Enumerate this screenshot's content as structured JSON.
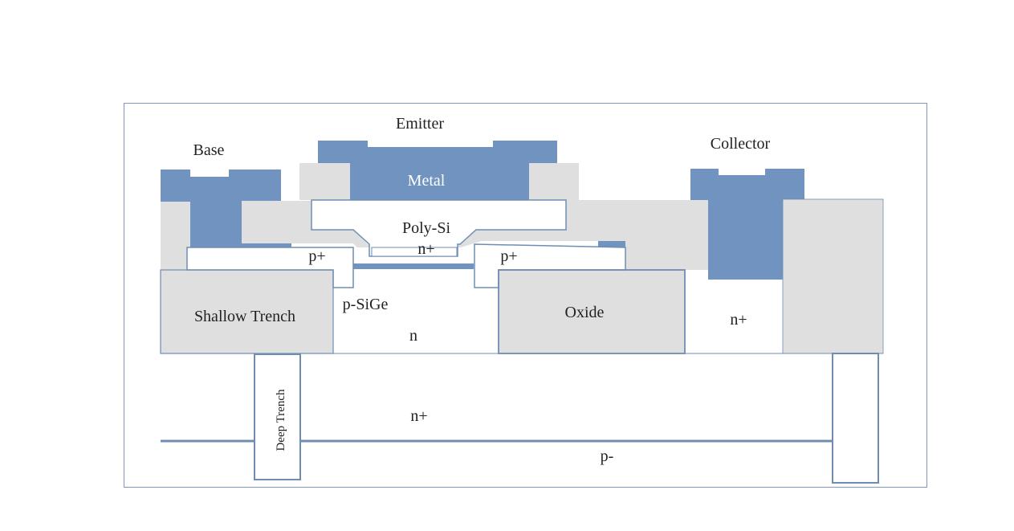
{
  "colors": {
    "metal": "#7093BF",
    "oxide": "#DFDFDF",
    "outline": "#6F8DB3",
    "silicon": "#FFFFFF",
    "text": "#222222",
    "metal_text": "#FFFFFF"
  },
  "labels": {
    "emitter": "Emitter",
    "base": "Base",
    "collector": "Collector",
    "metal": "Metal",
    "poly_si": "Poly-Si",
    "emitter_n_plus": "n+",
    "base_p_plus_left": "p+",
    "base_p_plus_right": "p+",
    "p_sige": "p-SiGe",
    "shallow_trench": "Shallow Trench",
    "oxide": "Oxide",
    "collector_n_plus": "n+",
    "n_region": "n",
    "buried_n_plus": "n+",
    "deep_trench": "Deep Trench",
    "substrate": "p-"
  }
}
